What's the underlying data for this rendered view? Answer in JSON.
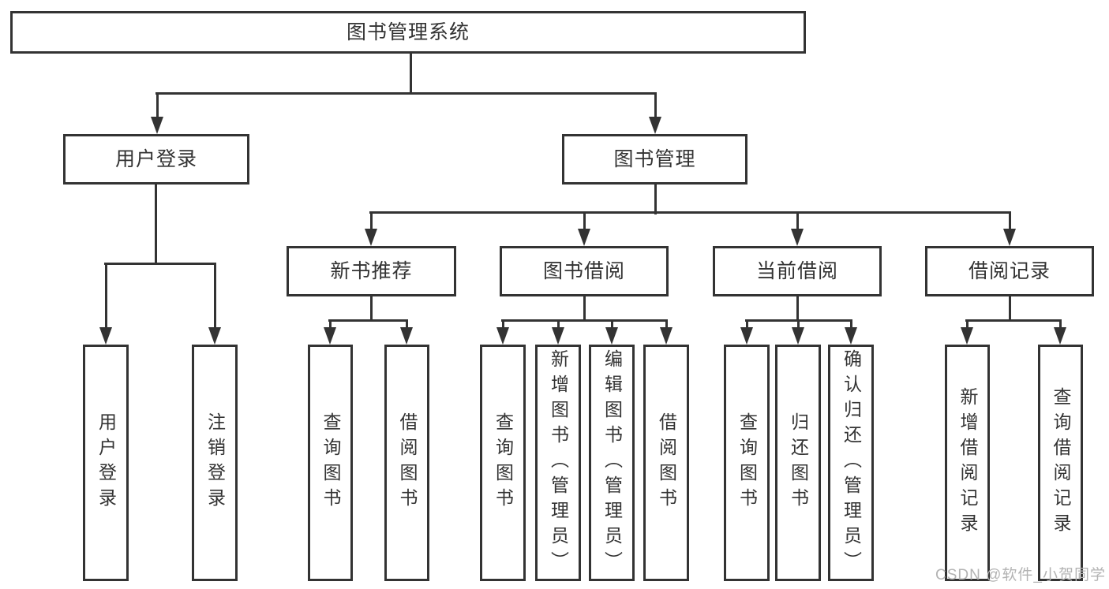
{
  "diagram": {
    "title": "图书管理系统",
    "level2": {
      "user_login": "用户登录",
      "book_management": "图书管理"
    },
    "level3": {
      "new_book_recommend": "新书推荐",
      "book_borrow": "图书借阅",
      "current_borrow": "当前借阅",
      "borrow_records": "借阅记录"
    },
    "leaves": {
      "user_login": "用户登录",
      "logout": "注销登录",
      "rec_query_book": "查询图书",
      "rec_borrow_book": "借阅图书",
      "bb_query_book": "查询图书",
      "bb_add_book": "新增图书（管理员）",
      "bb_edit_book": "编辑图书（管理员）",
      "bb_borrow_book": "借阅图书",
      "cb_query_book": "查询图书",
      "cb_return_book": "归还图书",
      "cb_confirm_return": "确认归还（管理员）",
      "br_add_record": "新增借阅记录",
      "br_query_record": "查询借阅记录"
    }
  },
  "watermark": "CSDN @软件_小贺同学",
  "colors": {
    "line": "#333333",
    "box_border": "#333333",
    "box_background": "#ffffff",
    "text": "#333333",
    "watermark": "#b3b3b3",
    "page_background": "#ffffff"
  }
}
